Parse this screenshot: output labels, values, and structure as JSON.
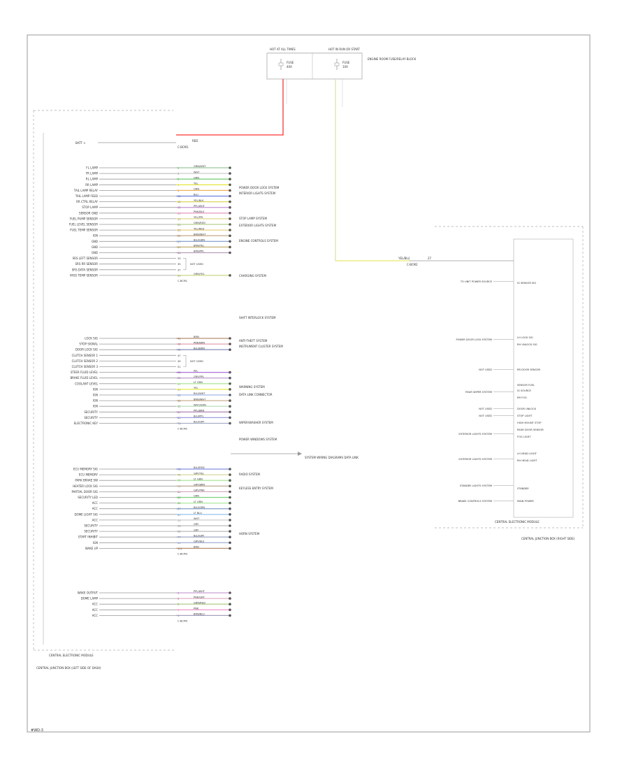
{
  "fuse_box": {
    "left_fuse_header": "HOT AT ALL TIMES",
    "left_fuse_label": "FUSE",
    "left_fuse_rating": "40A",
    "right_fuse_header": "HOT IN RUN OR START",
    "right_fuse_label": "FUSE",
    "right_fuse_rating": "10A",
    "box_name": "ENGINE ROOM FUSE/RELAY BLOCK"
  },
  "battery_feed": {
    "label": "BATT +",
    "color": "RED",
    "connector": "C-BCM1"
  },
  "left_module_name": "CENTRAL ELECTRONIC MODULE",
  "left_module_location": "CENTRAL JUNCTION BOX (LEFT SIDE OF DASH)",
  "groups": [
    {
      "rows": [
        {
          "pin": "1",
          "label": "FL LAMP",
          "color": "GRN/WHT",
          "wire": "#9bc79b"
        },
        {
          "pin": "3",
          "label": "FR LAMP",
          "color": "WHT",
          "wire": "#cccccc"
        },
        {
          "pin": "5",
          "label": "RL LAMP",
          "color": "GRN",
          "wire": "#7fd07f"
        },
        {
          "pin": "7",
          "label": "RR LAMP",
          "color": "YEL",
          "wire": "#e8e84a"
        },
        {
          "pin": "9",
          "label": "TAIL LAMP RELAY",
          "color": "ORN",
          "wire": "#f0b060"
        },
        {
          "pin": "11",
          "label": "TAIL LAMP FEED",
          "color": "BLU",
          "wire": "#7080e0"
        },
        {
          "pin": "13",
          "label": "RR CTRL RELAY",
          "color": "YEL/BLK",
          "wire": "#d8d860"
        },
        {
          "pin": "15",
          "label": "STOP LAMP",
          "color": "PPL/WHT",
          "wire": "#c9a0d8"
        },
        {
          "pin": "17",
          "label": "SENSOR GND",
          "color": "PNK/BLU",
          "wire": "#e8a0c8"
        },
        {
          "pin": "19",
          "label": "FUEL PUMP SENSOR",
          "color": "YEL/PPL",
          "wire": "#e0d890"
        },
        {
          "pin": "21",
          "label": "FUEL LEVEL SENSOR",
          "color": "GRN/RED",
          "wire": "#b8d090"
        },
        {
          "pin": "23",
          "label": "FUEL TEMP SENSOR",
          "color": "YEL/RED",
          "wire": "#e8d080"
        },
        {
          "pin": "25",
          "label": "IGN",
          "color": "BRN/WHT",
          "wire": "#c8b090"
        },
        {
          "pin": "27",
          "label": "GND",
          "color": "BLU/GRN",
          "wire": "#90a8d0"
        },
        {
          "pin": "29",
          "label": "GND",
          "color": "BRN/YEL",
          "wire": "#c0b070"
        },
        {
          "pin": "31",
          "label": "GND",
          "color": "BRN/PPL",
          "wire": "#b8a0b8"
        },
        {
          "pin": "33",
          "label": "SRS LEFT SENSOR",
          "color": "",
          "wire": ""
        },
        {
          "pin": "35",
          "label": "SRS RR SENSOR",
          "color": "",
          "wire": ""
        },
        {
          "pin": "37",
          "label": "SRS DATA SENSOR",
          "color": "",
          "wire": ""
        },
        {
          "pin": "39",
          "label": "PASS TEMP SENSOR",
          "color": "GRN/YEL",
          "wire": "#c8d880"
        }
      ]
    },
    {
      "rows": [
        {
          "pin": "41",
          "label": "LOCK SIG",
          "color": "BRN",
          "wire": "#b89070"
        },
        {
          "pin": "43",
          "label": "STOP SIGNAL",
          "color": "PNK/BRN",
          "wire": "#e0a0b0"
        },
        {
          "pin": "45",
          "label": "DOOR LOCK SIG",
          "color": "BLU/BRN",
          "wire": "#9098c0"
        },
        {
          "pin": "47",
          "label": "CLUTCH SENSOR 1",
          "color": "",
          "wire": ""
        },
        {
          "pin": "49",
          "label": "CLUTCH SENSOR 2",
          "color": "",
          "wire": ""
        },
        {
          "pin": "51",
          "label": "CLUTCH SENSOR 3",
          "color": "",
          "wire": ""
        },
        {
          "pin": "53",
          "label": "STEER FLUID LEVEL",
          "color": "PPL",
          "wire": "#b070d8"
        },
        {
          "pin": "55",
          "label": "BRAKE FLUID LEVEL",
          "color": "GRY/PPL",
          "wire": "#c0a8d0"
        },
        {
          "pin": "57",
          "label": "COOLANT LEVEL",
          "color": "LT GRN",
          "wire": "#b0e8a0"
        },
        {
          "pin": "59",
          "label": "IGN",
          "color": "YEL",
          "wire": "#e8e84a"
        },
        {
          "pin": "61",
          "label": "IGN",
          "color": "BLU/WHT",
          "wire": "#a0b8e8"
        },
        {
          "pin": "63",
          "label": "IGN",
          "color": "BRN/WHT",
          "wire": "#c8b090"
        },
        {
          "pin": "65",
          "label": "IGN",
          "color": "WHT/GRN",
          "wire": "#c0e0c0"
        },
        {
          "pin": "67",
          "label": "SECURITY",
          "color": "PPL/BRN",
          "wire": "#b890b8"
        },
        {
          "pin": "69",
          "label": "SECURITY",
          "color": "BLU/PPL",
          "wire": "#a0a0e0"
        },
        {
          "pin": "71",
          "label": "ELECTRONIC KEY",
          "color": "BLU/GRY",
          "wire": "#a8b0c8"
        }
      ]
    },
    {
      "rows": [
        {
          "pin": "73",
          "label": "ECU MEMORY SIG",
          "color": "BLU/RED",
          "wire": "#8090e0"
        },
        {
          "pin": "75",
          "label": "ECU MEMORY",
          "color": "GRY/YEL",
          "wire": "#d8d8a0"
        },
        {
          "pin": "77",
          "label": "PARK BRAKE SW",
          "color": "LT GRN",
          "wire": "#b0e8a0"
        },
        {
          "pin": "79",
          "label": "HEATER LOCK SIG",
          "color": "GRY/BRN",
          "wire": "#c0b0a0"
        },
        {
          "pin": "81",
          "label": "PARTIAL DOOR SIG",
          "color": "GRY/PNK",
          "wire": "#d8b0c8"
        },
        {
          "pin": "83",
          "label": "SECURITY LED",
          "color": "GRN",
          "wire": "#7fd07f"
        },
        {
          "pin": "85",
          "label": "ACC",
          "color": "LT GRN",
          "wire": "#b0e8a0"
        },
        {
          "pin": "87",
          "label": "ACC",
          "color": "BLU/GRN",
          "wire": "#90a8d0"
        },
        {
          "pin": "89",
          "label": "DOME LIGHT SIG",
          "color": "LT BLU",
          "wire": "#a0c8f0"
        },
        {
          "pin": "91",
          "label": "ACC",
          "color": "WHT",
          "wire": "#cccccc"
        },
        {
          "pin": "93",
          "label": "SECURITY",
          "color": "GRY",
          "wire": "#bbbbbb"
        },
        {
          "pin": "95",
          "label": "SECURITY",
          "color": "GRY",
          "wire": "#bbbbbb"
        },
        {
          "pin": "97",
          "label": "START INHIBIT",
          "color": "BLU/GRY",
          "wire": "#a8b0c8"
        },
        {
          "pin": "99",
          "label": "IGN",
          "color": "GRY/BLU",
          "wire": "#a8b8d8"
        },
        {
          "pin": "101",
          "label": "WAKE UP",
          "color": "BRN",
          "wire": "#b89070"
        }
      ]
    },
    {
      "rows": [
        {
          "pin": "1",
          "label": "WAKE OUTPUT",
          "color": "PPL/WHT",
          "wire": "#c9a0d8"
        },
        {
          "pin": "3",
          "label": "DOME LAMP",
          "color": "PNK/GRY",
          "wire": "#e0b0c8"
        },
        {
          "pin": "5",
          "label": "ACC",
          "color": "GRN/RED",
          "wire": "#b8d090"
        },
        {
          "pin": "7",
          "label": "ACC",
          "color": "PNK",
          "wire": "#f0a0d0"
        },
        {
          "pin": "9",
          "label": "ACC",
          "color": "BRN/BLU",
          "wire": "#a8a0c0"
        }
      ]
    }
  ],
  "connectors": [
    "C-BCM1",
    "C-BCM2",
    "C-BCM3",
    "C-BCM4"
  ],
  "not_used_label": "NOT USED",
  "destinations": [
    "POWER DOOR LOCK SYSTEM",
    "INTERIOR LIGHTS SYSTEM",
    "STOP LAMP SYSTEM",
    "EXTERIOR LIGHTS SYSTEM",
    "ENGINE CONTROLS SYSTEM",
    "CHARGING SYSTEM",
    "SHIFT INTERLOCK SYSTEM",
    "ANTI-THEFT SYSTEM",
    "INSTRUMENT CLUSTER SYSTEM",
    "WARNING SYSTEM",
    "DATA LINK CONNECTOR",
    "WIPER/WASHER SYSTEM",
    "POWER WINDOWS SYSTEM",
    "RADIO SYSTEM",
    "KEYLESS ENTRY SYSTEM",
    "HORN SYSTEM"
  ],
  "system_note": "SYSTEM WIRING DIAGRAMS DATA LINK",
  "right_feed": {
    "label": "YEL/BLU",
    "pin": "27",
    "connector": "C-BCM2"
  },
  "right_module_name": "CENTRAL ELECTRONIC MODULE",
  "right_module_location": "CENTRAL JUNCTION BOX (RIGHT SIDE)",
  "right_left_labels": [
    "TO UNIT POWER SOURCE",
    "POWER DOOR LOCK SYSTEM",
    "NOT USED",
    "REAR WIPER SYSTEM",
    "NOT USED",
    "NOT USED",
    "EXTERIOR LIGHTS SYSTEM",
    "EXTERIOR LIGHTS SYSTEM",
    "STANDBY LIGHTS SYSTEM",
    "BRAKE CONTROLS SYSTEM"
  ],
  "right_pin_labels": [
    "IG SENSOR SIG",
    "LH LOCK SIG",
    "RH UNLOCK SIG",
    "RR DOOR SENSOR",
    "SENSOR FUEL",
    "IG SOURCE",
    "RR FOG",
    "DOOR UNLOCK",
    "STOP LIGHT",
    "HIGH MOUNT STOP",
    "REAR DOOR SENSOR",
    "FOG LIGHT",
    "LH HEAD LIGHT",
    "RH HEAD LIGHT",
    "STANDBY",
    "MAIN POWER"
  ],
  "page_code": "#WD-3"
}
